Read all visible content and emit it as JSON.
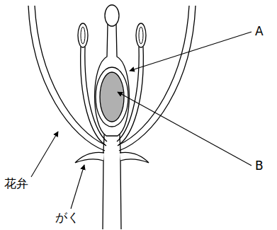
{
  "diagram": {
    "labels": [
      "A",
      "B",
      "花弁",
      "がく"
    ]
  }
}
